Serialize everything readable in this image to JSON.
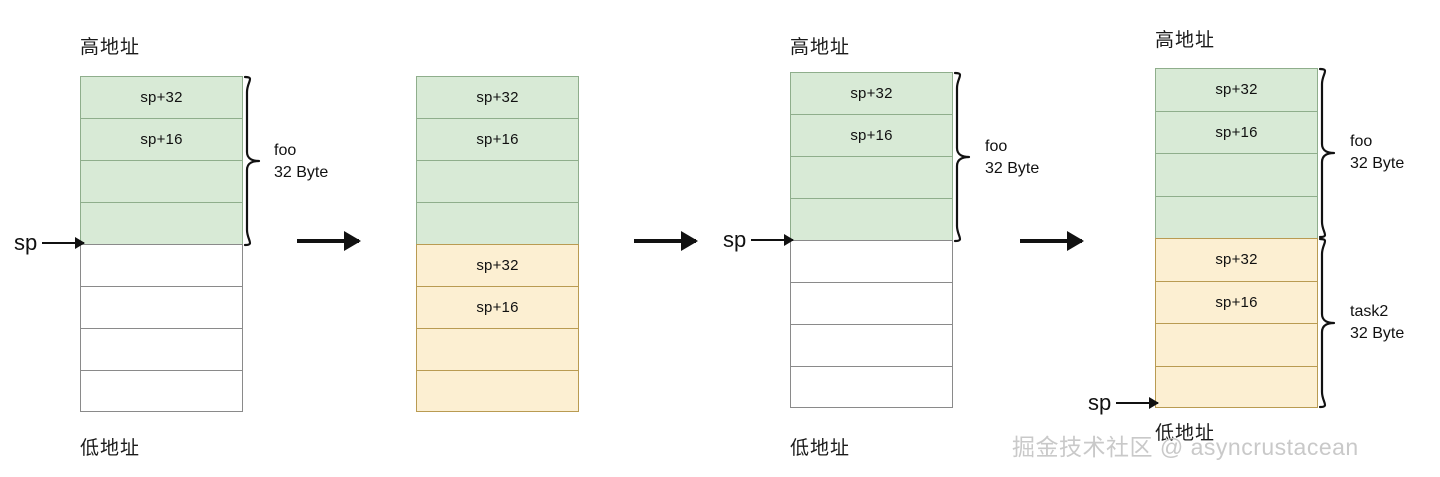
{
  "diagram": {
    "title_hint": "stack frame growth diagram",
    "labels": {
      "high_address": "高地址",
      "low_address": "低地址",
      "sp": "sp",
      "slot_32": "sp+32",
      "slot_16": "sp+16",
      "blank": ""
    },
    "colors": {
      "green_fill": "#d8ead6",
      "green_border": "#8fae8c",
      "orange_fill": "#fcefd2",
      "orange_border": "#b99b52",
      "empty_fill": "#ffffff",
      "empty_border": "#8a8a8a",
      "ink": "#111111",
      "watermark": "#c9c9c9"
    },
    "stacks": [
      {
        "id": "stack-1",
        "high_label": "高地址",
        "low_label": "低地址",
        "sp_label": "sp",
        "cells": [
          {
            "text": "sp+32",
            "fill": "green"
          },
          {
            "text": "sp+16",
            "fill": "green"
          },
          {
            "text": "",
            "fill": "green"
          },
          {
            "text": "",
            "fill": "green"
          },
          {
            "text": "",
            "fill": "empty"
          },
          {
            "text": "",
            "fill": "empty"
          },
          {
            "text": "",
            "fill": "empty"
          },
          {
            "text": "",
            "fill": "empty"
          }
        ],
        "braces": [
          {
            "name": "foo",
            "line1": "foo",
            "line2": "32 Byte"
          }
        ]
      },
      {
        "id": "stack-2",
        "high_label": "",
        "low_label": "",
        "sp_label": "",
        "cells": [
          {
            "text": "sp+32",
            "fill": "green"
          },
          {
            "text": "sp+16",
            "fill": "green"
          },
          {
            "text": "",
            "fill": "green"
          },
          {
            "text": "",
            "fill": "green"
          },
          {
            "text": "sp+32",
            "fill": "orange"
          },
          {
            "text": "sp+16",
            "fill": "orange"
          },
          {
            "text": "",
            "fill": "orange"
          },
          {
            "text": "",
            "fill": "orange"
          }
        ],
        "braces": []
      },
      {
        "id": "stack-3",
        "high_label": "高地址",
        "low_label": "低地址",
        "sp_label": "sp",
        "cells": [
          {
            "text": "sp+32",
            "fill": "green"
          },
          {
            "text": "sp+16",
            "fill": "green"
          },
          {
            "text": "",
            "fill": "green"
          },
          {
            "text": "",
            "fill": "green"
          },
          {
            "text": "",
            "fill": "empty"
          },
          {
            "text": "",
            "fill": "empty"
          },
          {
            "text": "",
            "fill": "empty"
          },
          {
            "text": "",
            "fill": "empty"
          }
        ],
        "braces": [
          {
            "name": "foo",
            "line1": "foo",
            "line2": "32 Byte"
          }
        ]
      },
      {
        "id": "stack-4",
        "high_label": "高地址",
        "low_label": "低地址",
        "sp_label": "sp",
        "cells": [
          {
            "text": "sp+32",
            "fill": "green"
          },
          {
            "text": "sp+16",
            "fill": "green"
          },
          {
            "text": "",
            "fill": "green"
          },
          {
            "text": "",
            "fill": "green"
          },
          {
            "text": "sp+32",
            "fill": "orange"
          },
          {
            "text": "sp+16",
            "fill": "orange"
          },
          {
            "text": "",
            "fill": "orange"
          },
          {
            "text": "",
            "fill": "orange"
          }
        ],
        "braces": [
          {
            "name": "foo",
            "line1": "foo",
            "line2": "32 Byte"
          },
          {
            "name": "task2",
            "line1": "task2",
            "line2": "32 Byte"
          }
        ]
      }
    ],
    "flow_arrows": [
      {
        "id": "flow-arrow-1"
      },
      {
        "id": "flow-arrow-2"
      },
      {
        "id": "flow-arrow-3"
      }
    ],
    "watermark": "掘金技术社区 @ asyncrustacean"
  }
}
